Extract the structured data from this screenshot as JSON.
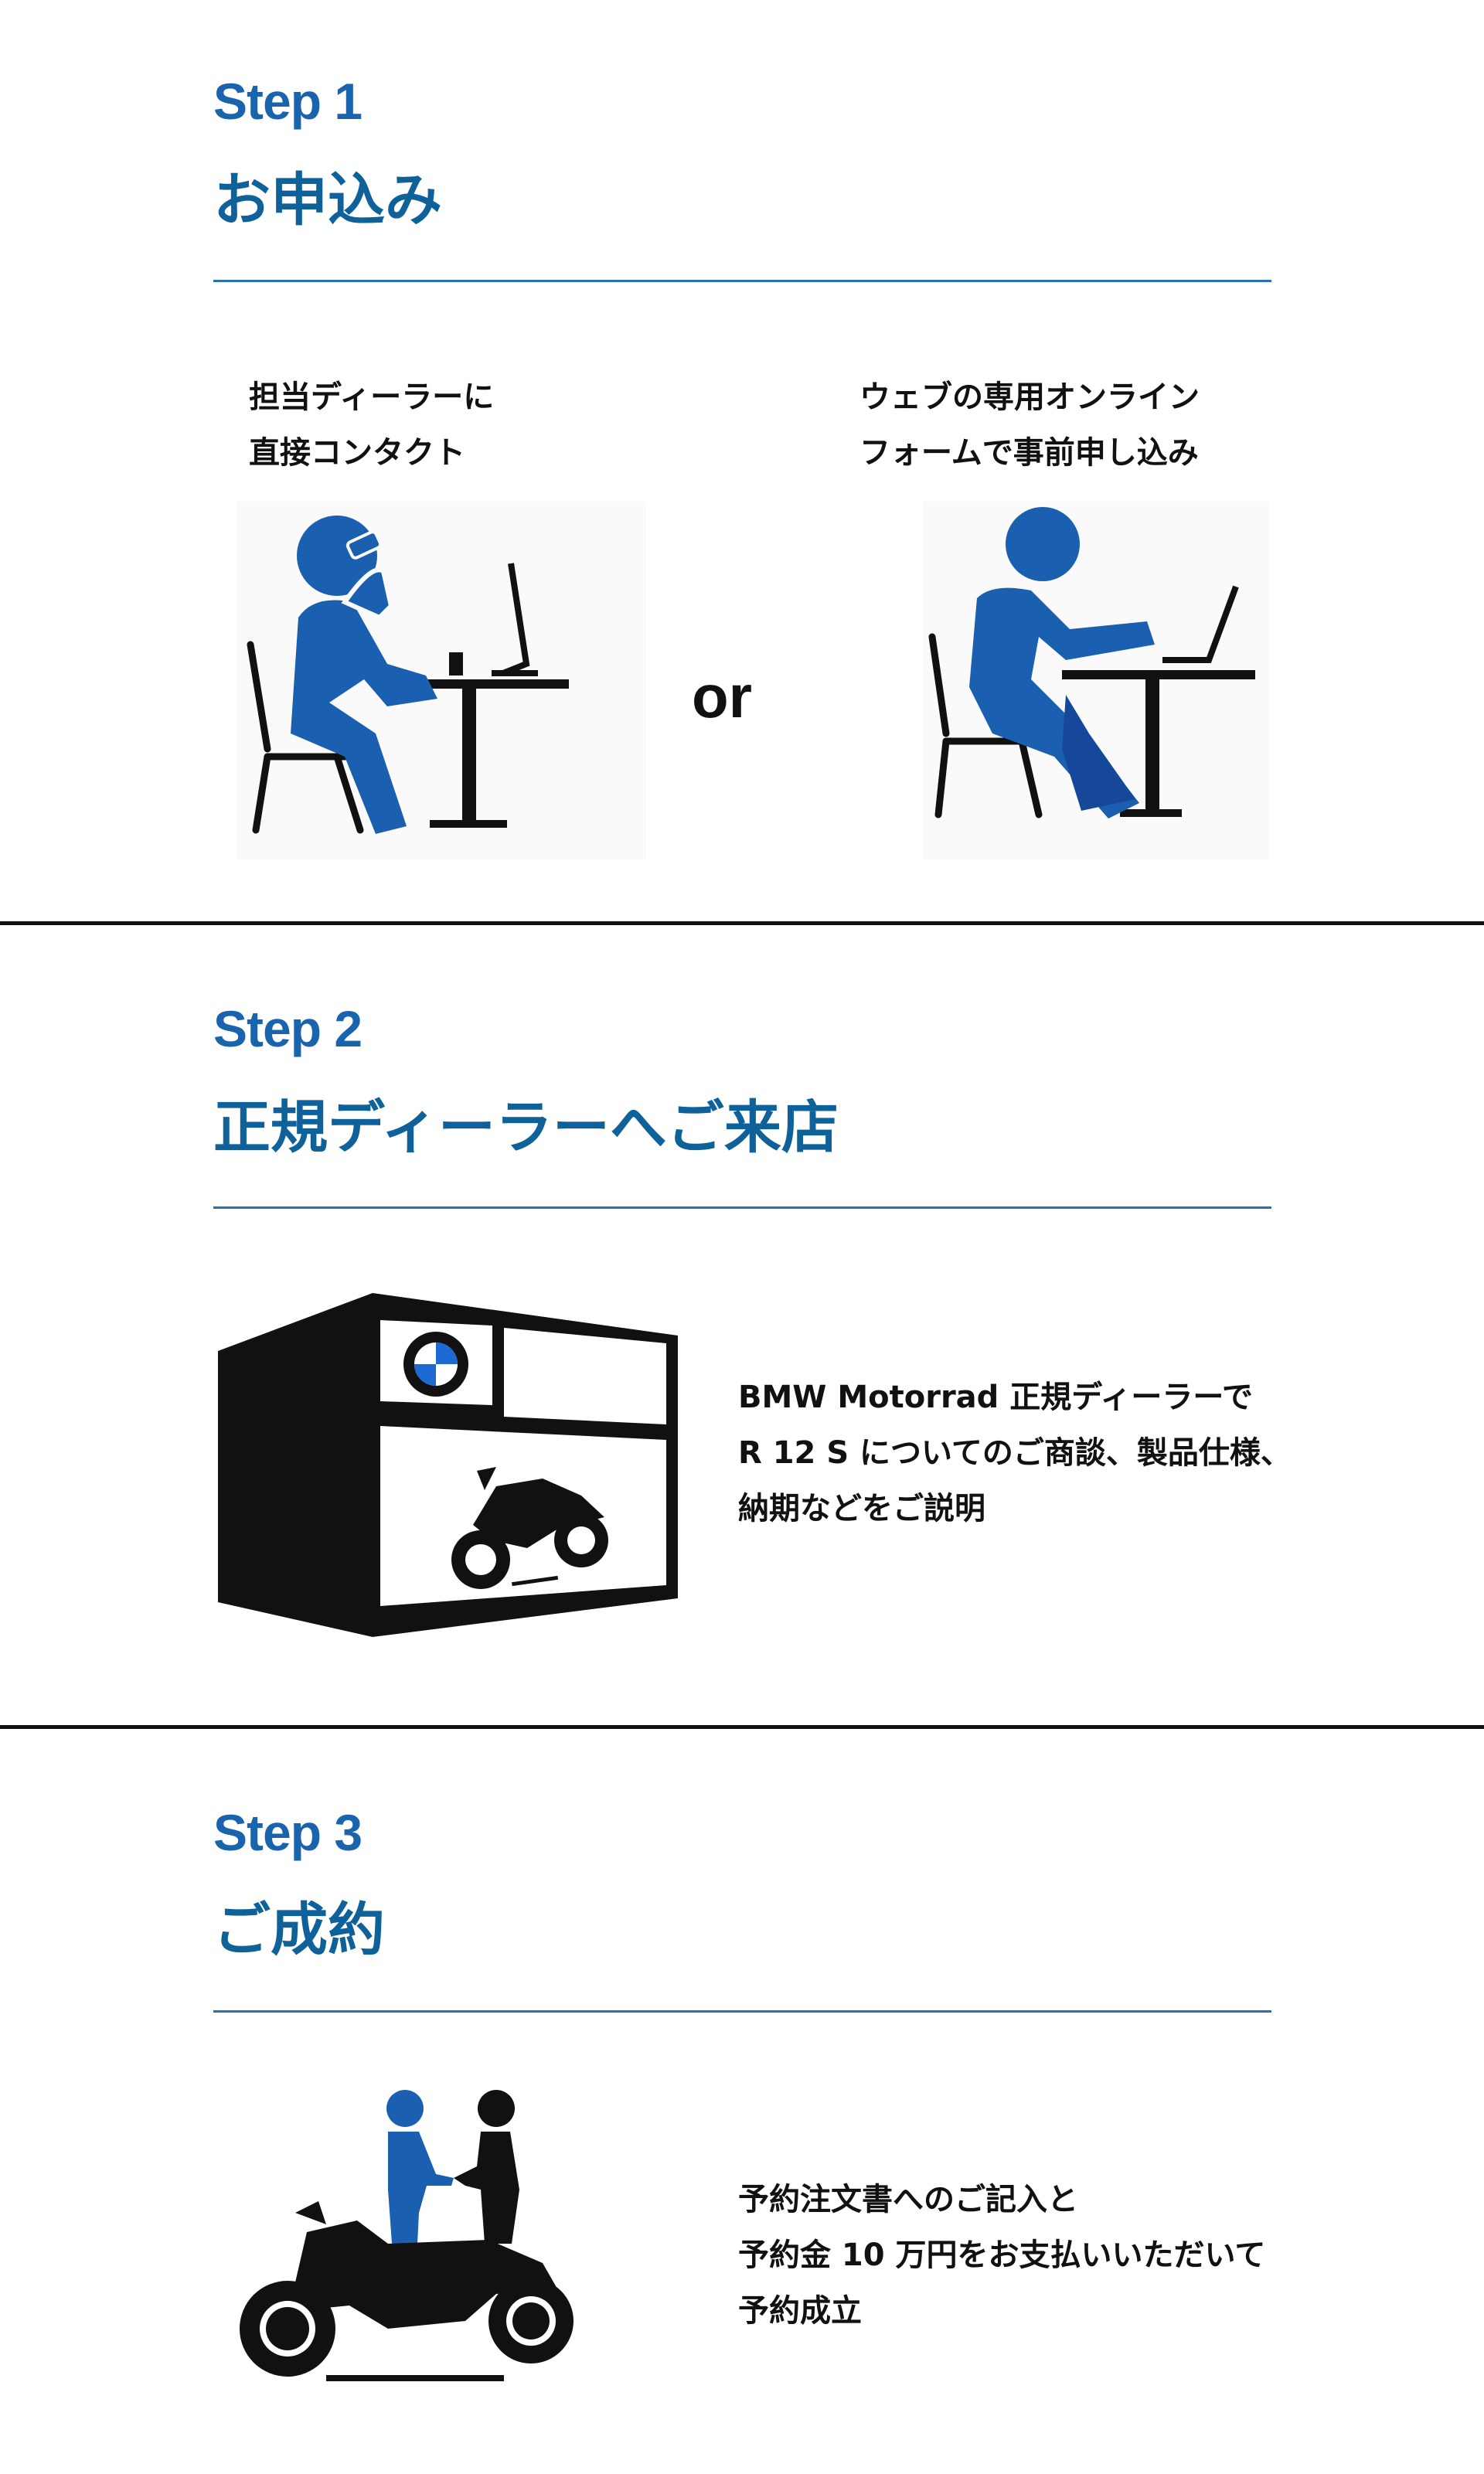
{
  "steps": [
    {
      "label": "Step 1",
      "title": "お申込み",
      "option_left": {
        "line1": "担当ディーラーに",
        "line2": "直接コンタクト"
      },
      "connector": "or",
      "option_right": {
        "line1": "ウェブの専用オンライン",
        "line2": "フォームで事前申し込み"
      }
    },
    {
      "label": "Step 2",
      "title": "正規ディーラーへご来店",
      "text": {
        "line1": "BMW Motorrad 正規ディーラーで",
        "line2": "R 12 S についてのご商談、製品仕様、",
        "line3": "納期などをご説明"
      }
    },
    {
      "label": "Step 3",
      "title": "ご成約",
      "text": {
        "line1": "予約注文書へのご記入と",
        "line2": "予約金 10 万円をお支払いいただいて",
        "line3": "予約成立"
      }
    }
  ],
  "colors": {
    "step_label": "#1a64ae",
    "step_title": "#0e6299",
    "rule": "#2a6fb0",
    "figure_blue": "#1a5fb0"
  }
}
